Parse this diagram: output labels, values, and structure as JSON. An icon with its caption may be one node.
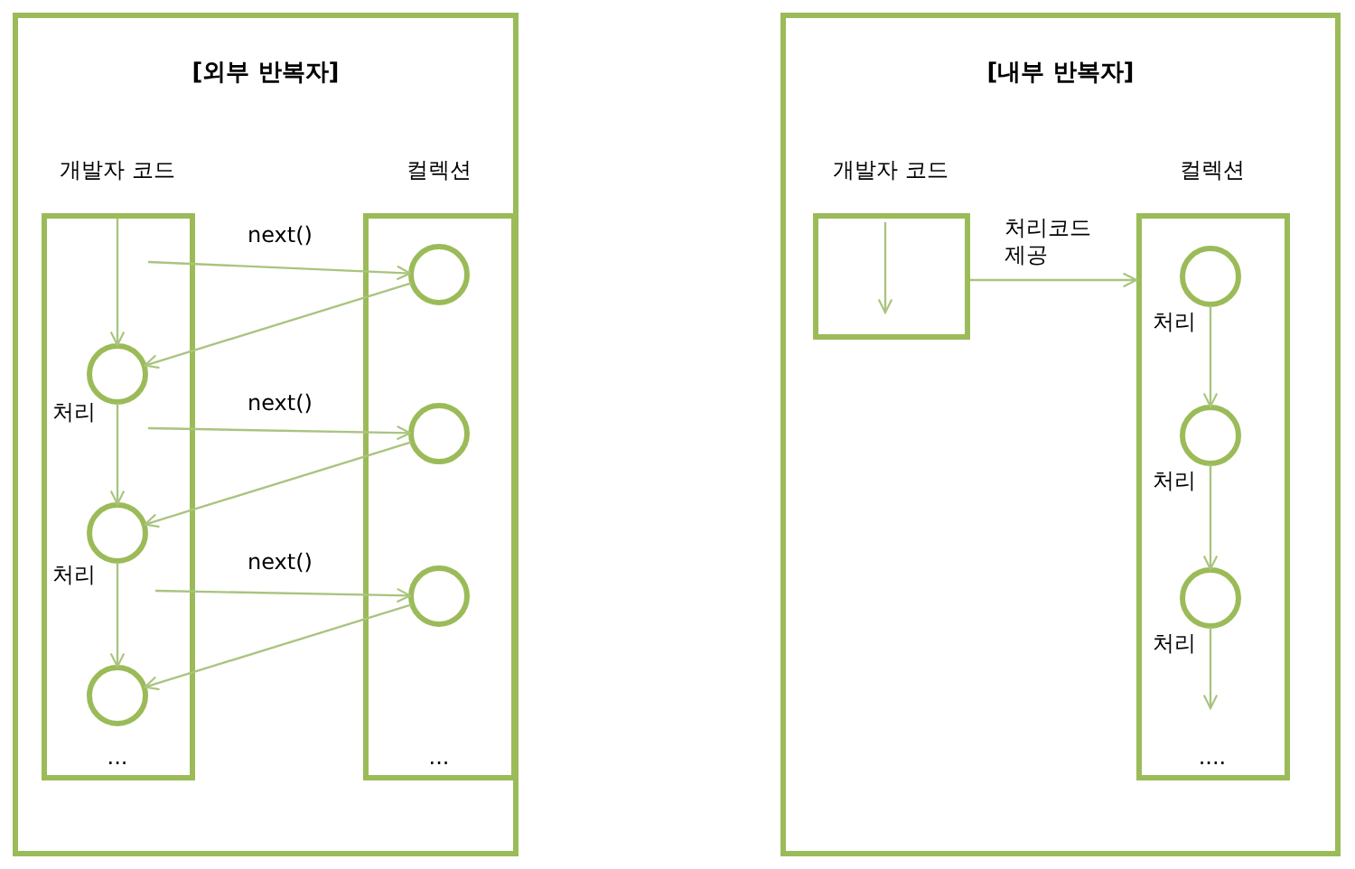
{
  "diagram": {
    "nodes": [
      {
        "text": [
          "[외부 반복자]"
        ]
      },
      {
        "text": [
          "개발자 코드",
          "..."
        ],
        "in": 0
      },
      {
        "text": [
          "컬렉션",
          "..."
        ],
        "in": 0
      },
      {
        "text": [],
        "shape": "circle",
        "in": 1,
        "beside": [
          "처리"
        ]
      },
      {
        "text": [],
        "shape": "circle",
        "in": 1,
        "beside": [
          "처리"
        ]
      },
      {
        "text": [],
        "shape": "circle",
        "in": 1
      },
      {
        "text": [],
        "shape": "circle",
        "in": 2
      },
      {
        "text": [],
        "shape": "circle",
        "in": 2
      },
      {
        "text": [],
        "shape": "circle",
        "in": 2
      },
      {
        "text": [
          "[내부 반복자]"
        ]
      },
      {
        "text": [
          "개발자 코드"
        ],
        "in": 9
      },
      {
        "text": [
          "컬렉션",
          "...."
        ],
        "in": 9
      },
      {
        "text": [],
        "shape": "circle",
        "in": 11,
        "beside": [
          "처리"
        ]
      },
      {
        "text": [],
        "shape": "circle",
        "in": 11,
        "beside": [
          "처리"
        ]
      },
      {
        "text": [],
        "shape": "circle",
        "in": 11,
        "beside": [
          "처리"
        ]
      }
    ],
    "edges": [
      {
        "from": null,
        "to": 3,
        "arrow": "to"
      },
      {
        "from": 3,
        "to": 4,
        "arrow": "to"
      },
      {
        "from": 4,
        "to": 5,
        "arrow": "to"
      },
      {
        "from": null,
        "to": 6,
        "arrow": "to",
        "label": "next()"
      },
      {
        "from": 6,
        "to": 3,
        "arrow": "to"
      },
      {
        "from": null,
        "to": 7,
        "arrow": "to",
        "label": "next()"
      },
      {
        "from": 7,
        "to": 4,
        "arrow": "to"
      },
      {
        "from": null,
        "to": 8,
        "arrow": "to",
        "label": "next()"
      },
      {
        "from": 8,
        "to": 5,
        "arrow": "to"
      },
      {
        "from": 10,
        "to": 11,
        "arrow": "to",
        "label": "처리코드 제공"
      },
      {
        "from": 12,
        "to": 13,
        "arrow": "to"
      },
      {
        "from": 13,
        "to": 14,
        "arrow": "to"
      },
      {
        "from": 14,
        "to": null,
        "arrow": "to"
      }
    ]
  }
}
